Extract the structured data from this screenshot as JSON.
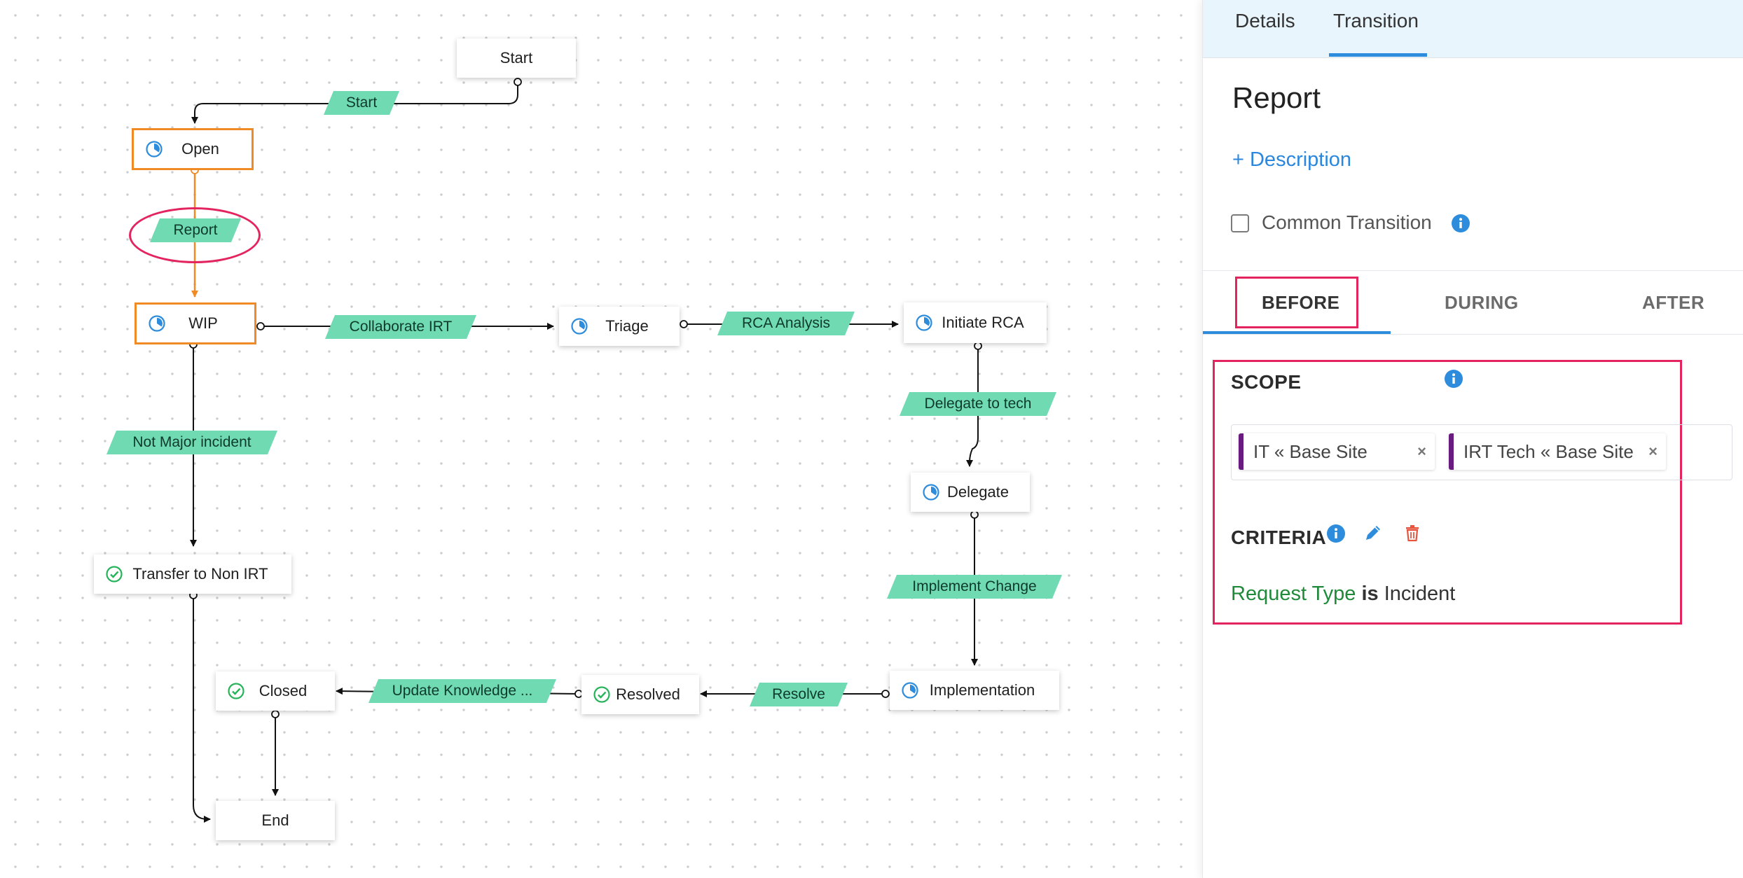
{
  "canvas": {
    "nodes": {
      "start": "Start",
      "open": "Open",
      "wip": "WIP",
      "triage": "Triage",
      "initiate_rca": "Initiate RCA",
      "delegate": "Delegate",
      "transfer_non_irt": "Transfer to Non IRT",
      "implementation": "Implementation",
      "resolved": "Resolved",
      "closed": "Closed",
      "end": "End"
    },
    "transitions": {
      "start": "Start",
      "report": "Report",
      "collaborate_irt": "Collaborate IRT",
      "rca_analysis": "RCA Analysis",
      "delegate_to_tech": "Delegate to tech",
      "not_major_incident": "Not Major incident",
      "implement_change": "Implement Change",
      "resolve": "Resolve",
      "update_knowledge": "Update Knowledge ..."
    },
    "colors": {
      "transition_label": "#70dbb3",
      "selected_node": "#f08a24",
      "highlight": "#e3245f",
      "in_progress_icon": "#2d8cdc",
      "done_icon": "#27b35a"
    },
    "icons": {
      "in_progress": "clock-progress-icon",
      "done": "check-circle-icon"
    }
  },
  "panel": {
    "tabs": {
      "details": "Details",
      "transition": "Transition"
    },
    "active_tab": "Transition",
    "title": "Report",
    "add_description": "+ Description",
    "common_transition_label": "Common Transition",
    "common_transition_checked": false,
    "stage_tabs": {
      "before": "BEFORE",
      "during": "DURING",
      "after": "AFTER"
    },
    "active_stage": "BEFORE",
    "scope": {
      "title": "SCOPE",
      "chips": [
        "IT « Base Site",
        "IRT Tech « Base Site"
      ],
      "remove_symbol": "×"
    },
    "criteria": {
      "title": "CRITERIA",
      "field": "Request Type",
      "operator": "is",
      "value": "Incident"
    },
    "colors": {
      "accent": "#2d8cdc",
      "link": "#2b87dd",
      "chip_bar": "#6a1b7f",
      "criteria_field": "#1f8a3a",
      "delete_icon": "#e8553e"
    }
  }
}
